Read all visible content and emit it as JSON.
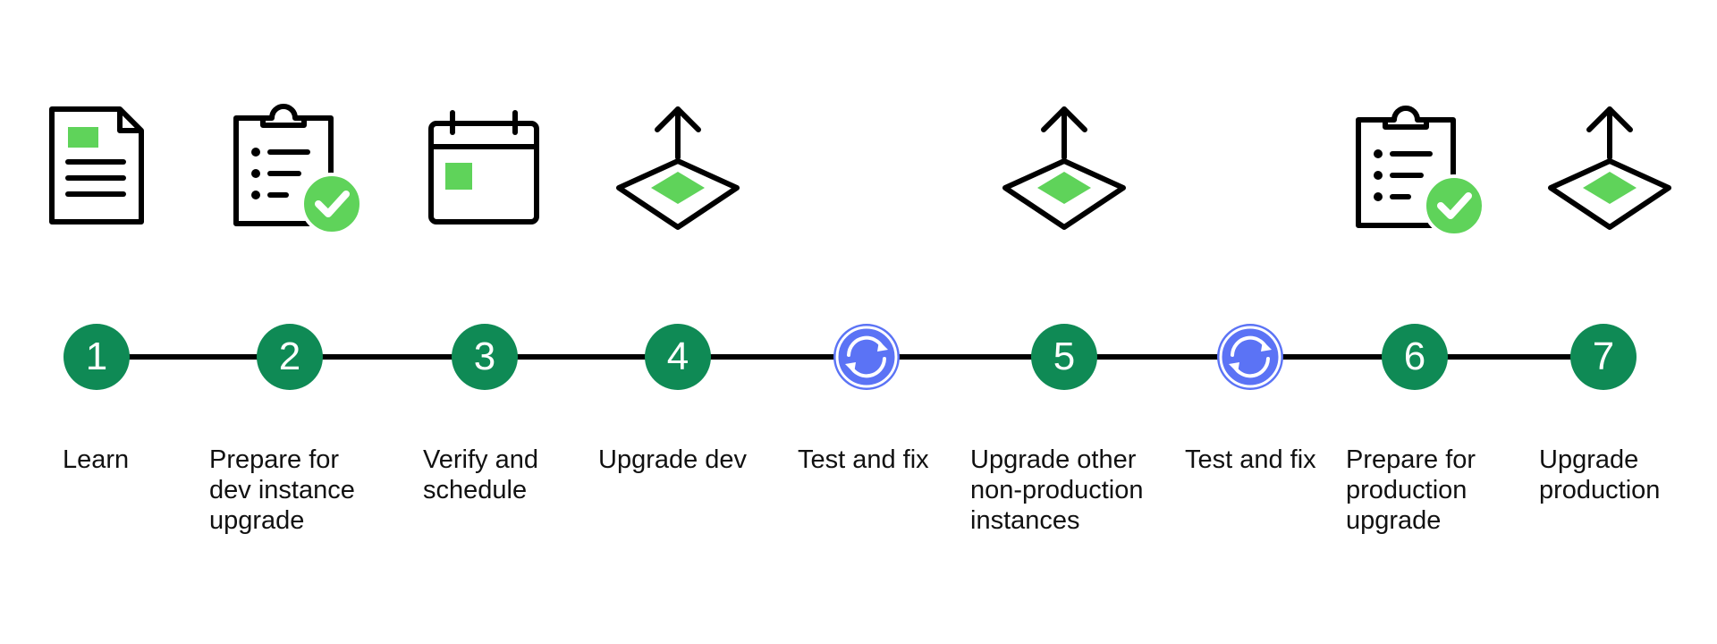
{
  "colors": {
    "step_node": "#0f8a55",
    "loop_node": "#5b73f5",
    "icon_accent": "#5fd35a",
    "line": "#000000"
  },
  "steps": [
    {
      "node": "1",
      "label": "Learn",
      "icon": "document-icon"
    },
    {
      "node": "2",
      "label": "Prepare for\ndev instance\nupgrade",
      "icon": "clipboard-check-icon"
    },
    {
      "node": "3",
      "label": "Verify and\nschedule",
      "icon": "calendar-icon"
    },
    {
      "node": "4",
      "label": "Upgrade dev",
      "icon": "upgrade-icon"
    },
    {
      "node": "",
      "label": "Test and fix",
      "icon": "refresh-icon"
    },
    {
      "node": "5",
      "label": "Upgrade other\nnon-production\ninstances",
      "icon": "upgrade-icon"
    },
    {
      "node": "",
      "label": "Test and fix",
      "icon": "refresh-icon"
    },
    {
      "node": "6",
      "label": "Prepare for\nproduction\nupgrade",
      "icon": "clipboard-check-icon"
    },
    {
      "node": "7",
      "label": "Upgrade\nproduction",
      "icon": "upgrade-icon"
    }
  ]
}
